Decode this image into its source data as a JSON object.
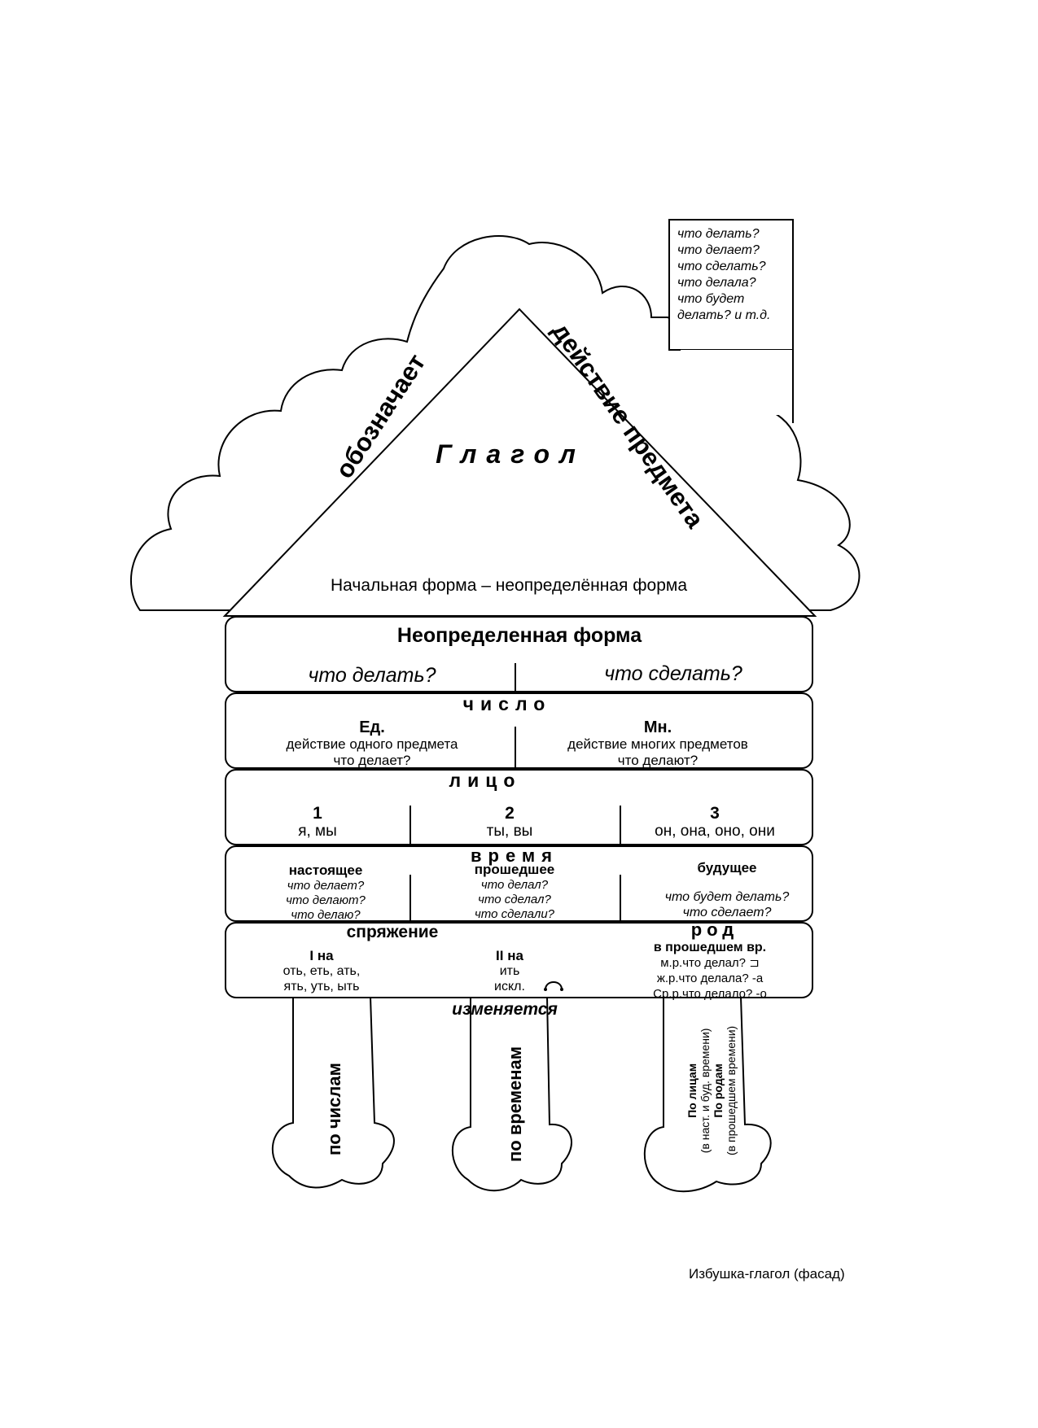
{
  "chimney": {
    "lines": [
      "что делать?",
      "что делает?",
      "что сделать?",
      "что делала?",
      "что будет",
      "делать? и т.д."
    ]
  },
  "roof": {
    "left_text": "обозначает",
    "right_text": "действие предмета",
    "title": "Глагол",
    "base_text": "Начальная форма – неопределённая форма"
  },
  "infinitive": {
    "title": "Неопределенная форма",
    "left": "что делать?",
    "right": "что сделать?"
  },
  "number": {
    "title": "число",
    "singular": {
      "head": "Ед.",
      "desc": "действие одного предмета",
      "question": "что делает?"
    },
    "plural": {
      "head": "Мн.",
      "desc": "действие многих предметов",
      "question": "что делают?"
    }
  },
  "person": {
    "title": "лицо",
    "items": [
      {
        "num": "1",
        "pron": "я, мы"
      },
      {
        "num": "2",
        "pron": "ты, вы"
      },
      {
        "num": "3",
        "pron": "он, она, оно, они"
      }
    ]
  },
  "tense": {
    "title": "время",
    "present": {
      "head": "настоящее",
      "questions": [
        "что делает?",
        "что делают?",
        "что делаю?"
      ]
    },
    "past": {
      "head": "прошедшее",
      "questions": [
        "что делал?",
        "что сделал?",
        "что сделали?"
      ]
    },
    "future": {
      "head": "будущее",
      "questions": [
        "что будет делать?",
        "что сделает?"
      ]
    }
  },
  "conjugation": {
    "title": "спряжение",
    "first": {
      "head": "I на",
      "endings": [
        "оть, еть, ать,",
        "ять, уть, ыть"
      ]
    },
    "second": {
      "head": "II на",
      "endings": [
        "ить",
        "искл."
      ]
    },
    "gender_title": "род",
    "gender": {
      "head": "в прошедшем вр.",
      "lines": [
        "м.р.что делал? ⊐",
        "ж.р.что делала? -а",
        "Ср.р.что делало? -о"
      ]
    }
  },
  "changes": "изменяется",
  "legs": {
    "left": "по числам",
    "middle": "по временам",
    "right_lines": [
      "По лицам",
      "(в наст. и буд. времени)",
      "По родам",
      "(в прошедшем времени)"
    ]
  },
  "caption": "Избушка-глагол (фасад)"
}
